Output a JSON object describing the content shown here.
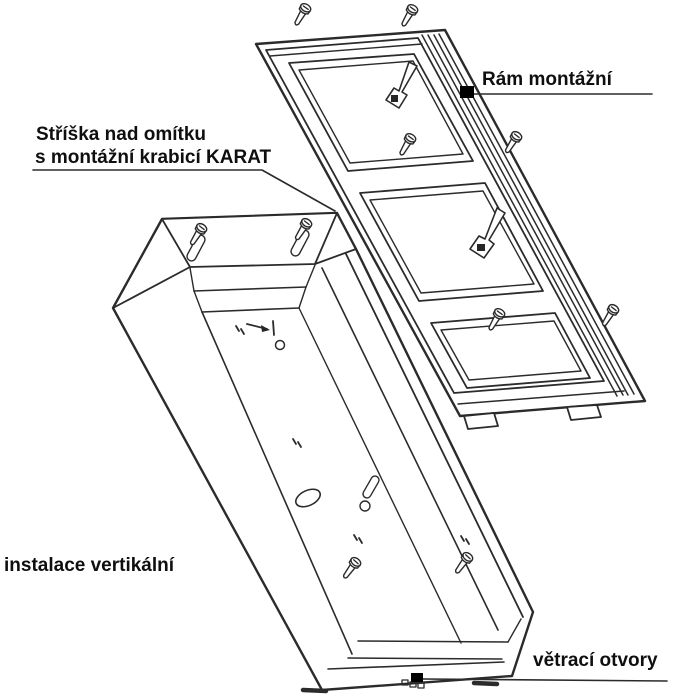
{
  "figure": {
    "background": "#ffffff",
    "line_color": "#2b2b2b",
    "text_color": "#0f0f0f",
    "marker_color": "#000000"
  },
  "labels": {
    "canopy_line1": "Stříška nad omítku",
    "canopy_line2": "s montážní krabicí KARAT",
    "frame": "Rám montážní",
    "installation": "instalace vertikální",
    "vents": "větrací otvory"
  }
}
